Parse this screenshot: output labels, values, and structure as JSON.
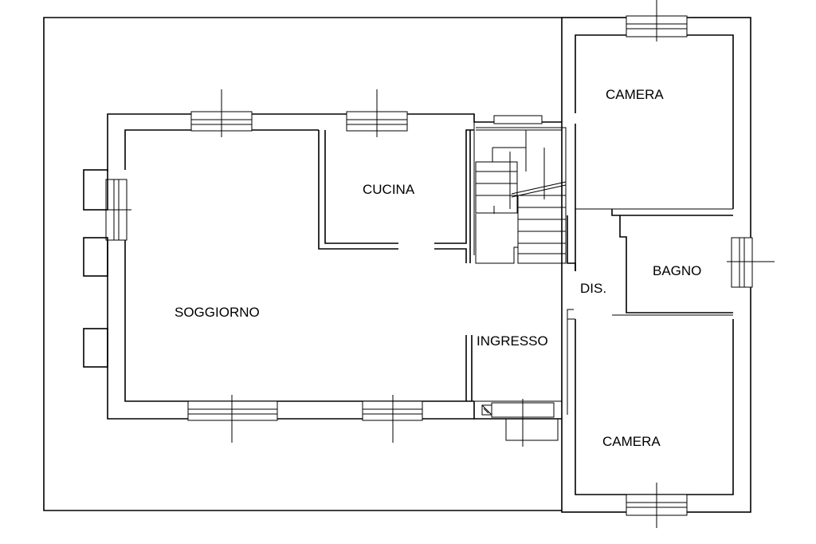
{
  "rooms": {
    "camera_top": "CAMERA",
    "cucina": "CUCINA",
    "bagno": "BAGNO",
    "dis": "DIS.",
    "soggiorno": "SOGGIORNO",
    "ingresso": "INGRESSO",
    "camera_bottom": "CAMERA"
  }
}
